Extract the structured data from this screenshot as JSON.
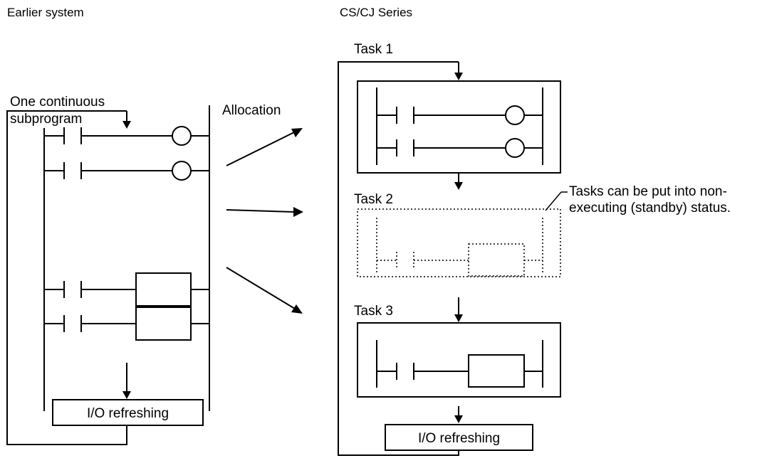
{
  "left": {
    "heading": "Earlier system",
    "program_label_line1": "One continuous",
    "program_label_line2": "subprogram",
    "io_label": "I/O refreshing"
  },
  "middle": {
    "allocation_label": "Allocation"
  },
  "right": {
    "heading": "CS/CJ Series",
    "task1_label": "Task 1",
    "task2_label": "Task 2",
    "task3_label": "Task 3",
    "note_line1": "Tasks can be put into non-",
    "note_line2": "executing (standby) status.",
    "io_label": "I/O refreshing"
  }
}
